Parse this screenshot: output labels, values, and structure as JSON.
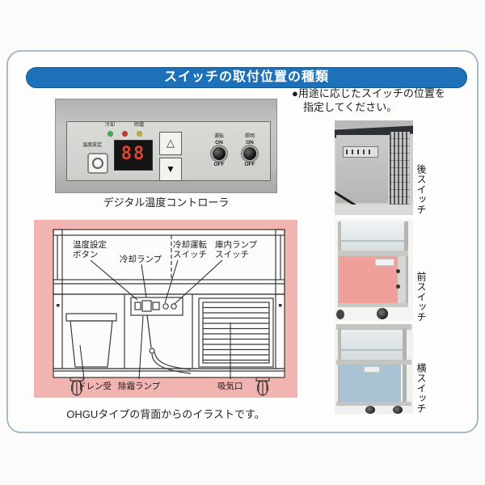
{
  "header": {
    "title": "スイッチの取付位置の種類"
  },
  "note": {
    "line1": "●用途に応じたスイッチの位置を",
    "line2": "指定してください。"
  },
  "controller": {
    "caption": "デジタル温度コントローラ",
    "temp_set_label": "温度設定",
    "led_cool_label": "冷却",
    "led_defrost_label": "除霜",
    "display_value": "88",
    "up_symbol": "△",
    "down_symbol": "▼",
    "switches": [
      {
        "label": "運転",
        "on": "ON",
        "off": "OFF"
      },
      {
        "label": "照明",
        "on": "ON",
        "off": "OFF"
      }
    ]
  },
  "diagram": {
    "caption": "OHGUタイプの背面からのイラストです。",
    "labels": {
      "temp_button_line1": "温度設定",
      "temp_button_line2": "ボタン",
      "cool_lamp": "冷却ランプ",
      "cool_run_switch_line1": "冷却運転",
      "cool_run_switch_line2": "スイッチ",
      "interior_lamp_switch_line1": "庫内ランプ",
      "interior_lamp_switch_line2": "スイッチ",
      "drain_pan": "ドレン受",
      "defrost_lamp": "除霜ランプ",
      "air_intake": "吸気口"
    }
  },
  "switch_positions": [
    {
      "label": "後スイッチ"
    },
    {
      "label": "前スイッチ"
    },
    {
      "label": "横スイッチ"
    }
  ],
  "colors": {
    "banner_blue": "#1d71b8",
    "frame_border": "#a6bac7",
    "diagram_pink": "#f2b4b1",
    "front_panel_pink": "#efa09b",
    "side_panel_blue": "#a9c3d4",
    "led_green": "#44a85c",
    "led_red": "#c43b30",
    "led_amber": "#c6a83e",
    "display_digit_red": "#e04431"
  }
}
